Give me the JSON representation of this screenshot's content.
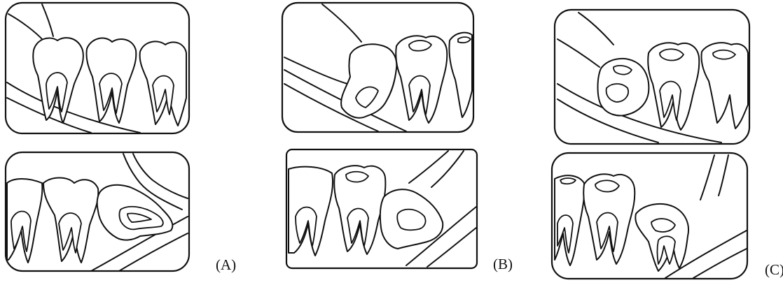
{
  "figure": {
    "panels": [
      {
        "label": "(A)"
      },
      {
        "label": "(B)"
      },
      {
        "label": "(C)"
      }
    ]
  }
}
